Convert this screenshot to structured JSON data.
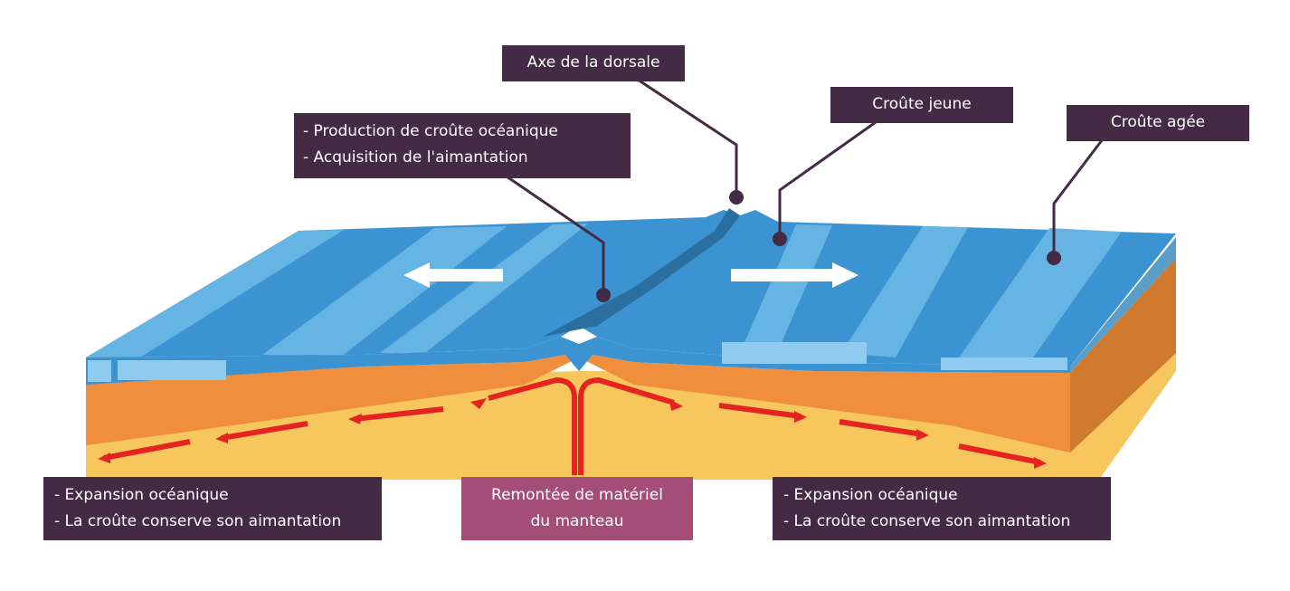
{
  "labels": {
    "axe_dorsale": "Axe de la dorsale",
    "production": [
      "- Production de croûte océanique",
      "- Acquisition de l'aimantation"
    ],
    "croute_jeune": "Croûte jeune",
    "croute_agee": "Croûte agée",
    "expansion_left": [
      "- Expansion océanique",
      "- La croûte conserve son aimantation"
    ],
    "remontee": [
      "Remontée de matériel",
      "du manteau"
    ],
    "expansion_right": [
      "- Expansion océanique",
      "- La croûte conserve son aimantation"
    ]
  },
  "colors": {
    "label_bg": "#432a45",
    "label_pink": "#a44d77",
    "ocean_dark": "#3b93d1",
    "ocean_light": "#66b4e3",
    "crust_light": "#8fcbee",
    "lithosphere": "#ef8f3e",
    "asthenosphere": "#f7c75e",
    "arrow_red": "#e52421",
    "arrow_white": "#ffffff"
  }
}
